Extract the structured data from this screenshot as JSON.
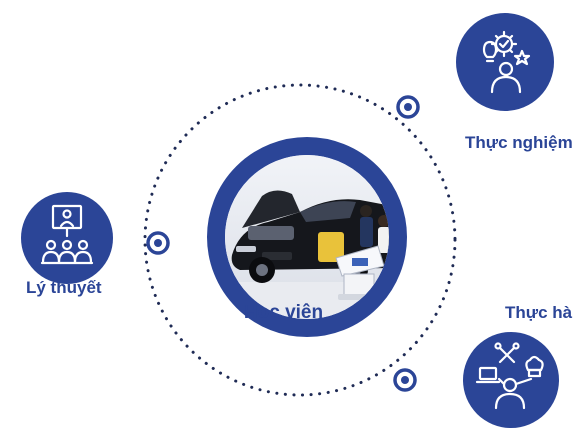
{
  "center": {
    "label": "Học viên"
  },
  "nodes": {
    "theory": {
      "label": "Lý thuyết",
      "icon": "classroom-presentation-icon"
    },
    "experiment": {
      "label": "Thực nghiệm",
      "icon": "ideas-gear-star-icon"
    },
    "practice": {
      "label": "Thực hàn",
      "icon": "tools-laptop-chef-icon"
    }
  },
  "colors": {
    "brand": "#2b4597",
    "dots": "#1f2b55"
  }
}
